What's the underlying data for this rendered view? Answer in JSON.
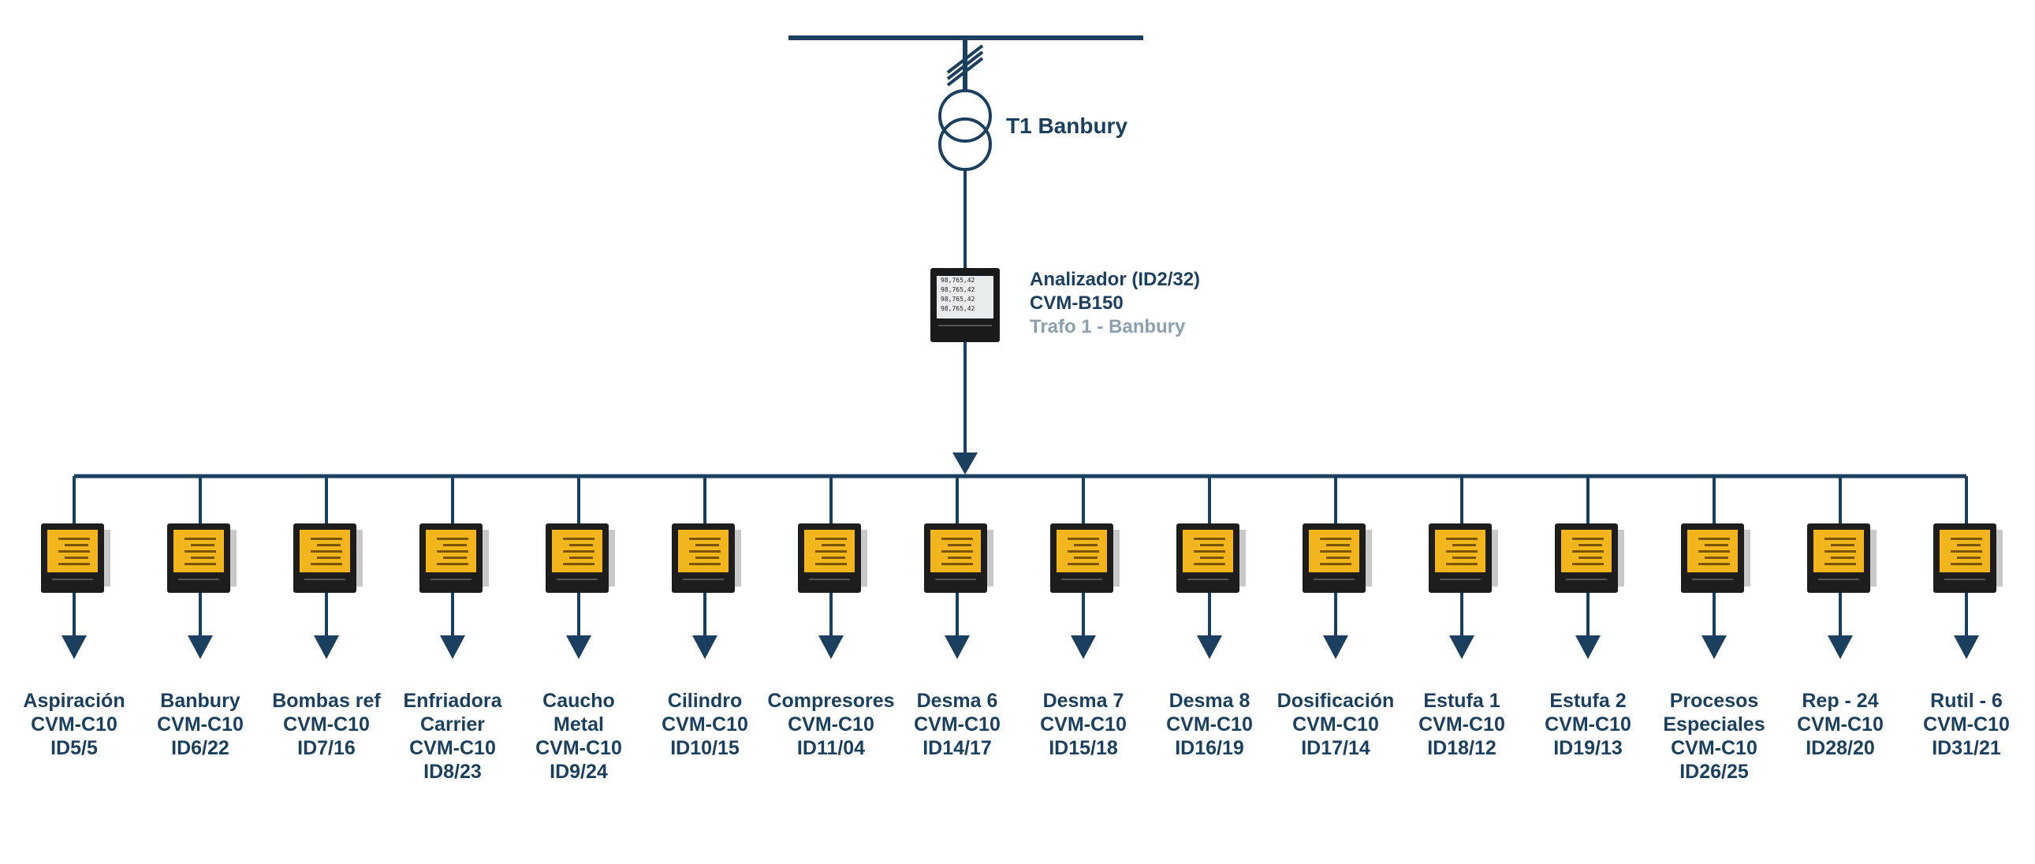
{
  "transformer": {
    "name": "T1 Banbury"
  },
  "main_analyzer": {
    "line1": "Analizador (ID2/32)",
    "line2": "CVM-B150",
    "line3": "Trafo 1 - Banbury",
    "display_lines": [
      "98,765,42",
      "98,765,42",
      "98,765,42",
      "98,765,42"
    ]
  },
  "colors": {
    "line": "#1b3f5e",
    "label": "#1b3f5e",
    "muted": "#8a9fb0",
    "screen": "#f2b51b"
  },
  "feeders": [
    {
      "lines": [
        "Aspiración",
        "CVM-C10",
        "ID5/5"
      ]
    },
    {
      "lines": [
        "Banbury",
        "CVM-C10",
        "ID6/22"
      ]
    },
    {
      "lines": [
        "Bombas ref",
        "CVM-C10",
        "ID7/16"
      ]
    },
    {
      "lines": [
        "Enfriadora",
        "Carrier",
        "CVM-C10",
        "ID8/23"
      ]
    },
    {
      "lines": [
        "Caucho",
        "Metal",
        "CVM-C10",
        "ID9/24"
      ]
    },
    {
      "lines": [
        "Cilindro",
        "CVM-C10",
        "ID10/15"
      ]
    },
    {
      "lines": [
        "Compresores",
        "CVM-C10",
        "ID11/04"
      ]
    },
    {
      "lines": [
        "Desma 6",
        "CVM-C10",
        "ID14/17"
      ]
    },
    {
      "lines": [
        "Desma 7",
        "CVM-C10",
        "ID15/18"
      ]
    },
    {
      "lines": [
        "Desma 8",
        "CVM-C10",
        "ID16/19"
      ]
    },
    {
      "lines": [
        "Dosificación",
        "CVM-C10",
        "ID17/14"
      ]
    },
    {
      "lines": [
        "Estufa 1",
        "CVM-C10",
        "ID18/12"
      ]
    },
    {
      "lines": [
        "Estufa 2",
        "CVM-C10",
        "ID19/13"
      ]
    },
    {
      "lines": [
        "Procesos",
        "Especiales",
        "CVM-C10",
        "ID26/25"
      ]
    },
    {
      "lines": [
        "Rep - 24",
        "CVM-C10",
        "ID28/20"
      ]
    },
    {
      "lines": [
        "Rutil - 6",
        "CVM-C10",
        "ID31/21"
      ]
    }
  ]
}
